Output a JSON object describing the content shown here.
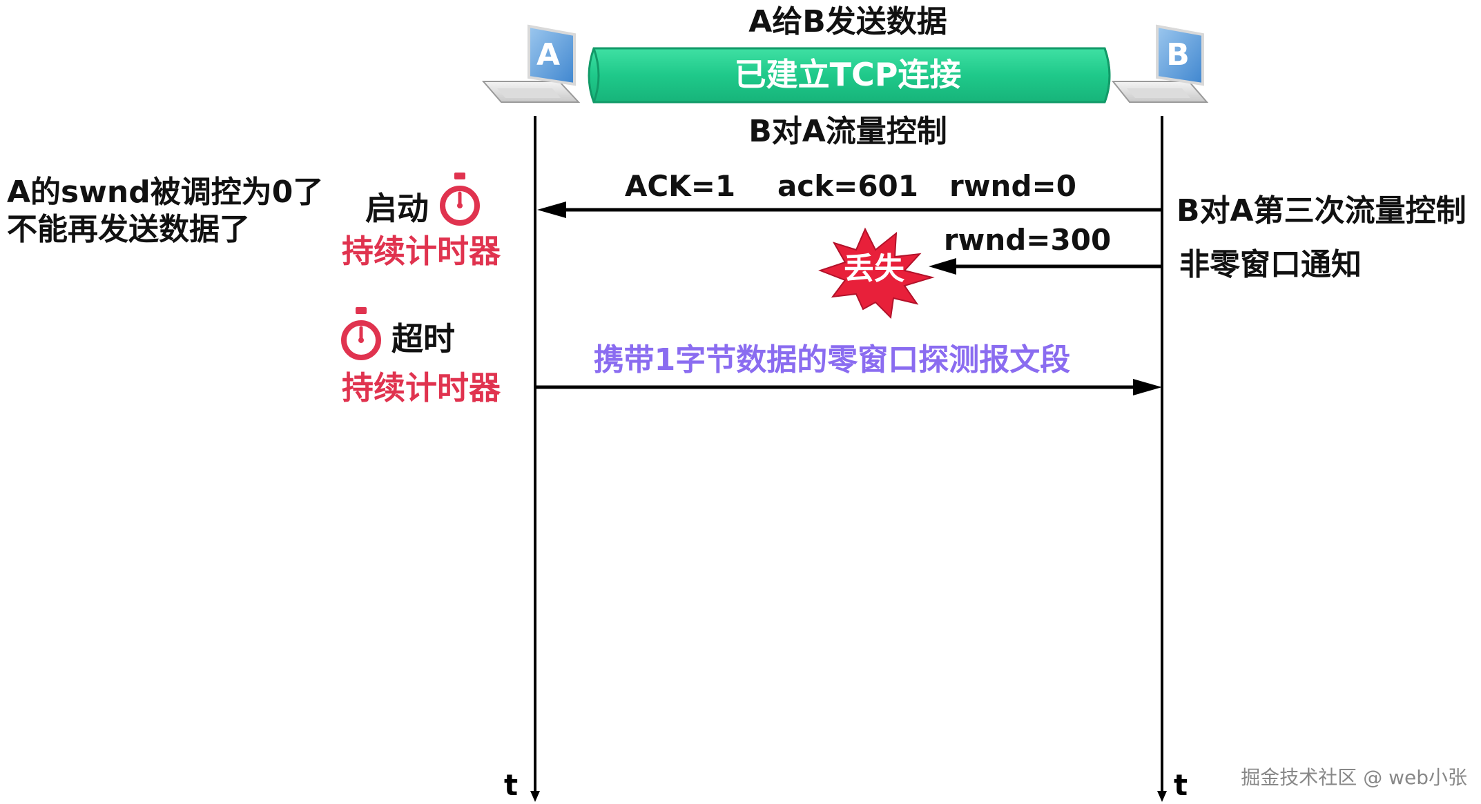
{
  "hosts": {
    "a_label": "A",
    "b_label": "B",
    "a_time_label": "t",
    "b_time_label": "t"
  },
  "header": {
    "title": "A给B发送数据",
    "connection_label": "已建立TCP连接",
    "subtitle": "B对A流量控制"
  },
  "ack_segment": {
    "ack_flag": "ACK=1",
    "ack_number": "ack=601",
    "rwnd": "rwnd=0"
  },
  "lost_segment": {
    "rwnd": "rwnd=300",
    "lost_label": "丢失"
  },
  "probe_segment": {
    "label": "携带1字节数据的零窗口探测报文段"
  },
  "left_notes": {
    "line1": "A的swnd被调控为0了",
    "line2": "不能再发送数据了"
  },
  "timer_start": {
    "action": "启动",
    "name": "持续计时器"
  },
  "timer_timeout": {
    "action": "超时",
    "name": "持续计时器"
  },
  "right_notes": {
    "line1": "B对A第三次流量控制",
    "line2": "非零窗口通知"
  },
  "watermark": "掘金技术社区 @ web小张",
  "colors": {
    "connection_fill": "#22c98a",
    "connection_stroke": "#119a66",
    "timer_red": "#e0334f",
    "probe_purple": "#8a6cf0",
    "burst_red": "#e8203a",
    "screen_blue": "#5b9bd8"
  }
}
